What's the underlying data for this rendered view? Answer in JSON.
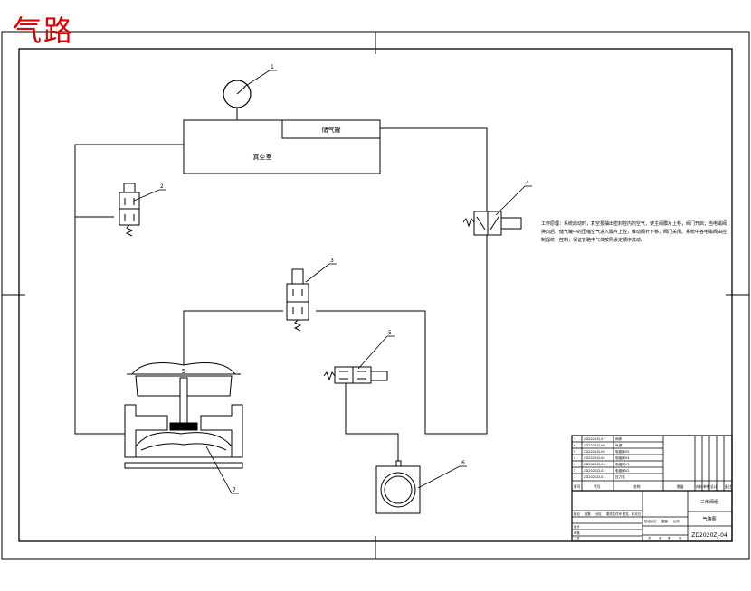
{
  "title_stamp": "气路",
  "boxes": {
    "main_unit_label": "真空室",
    "sub_unit_label": "储气罐"
  },
  "leaders": [
    "1",
    "2",
    "3",
    "4",
    "5",
    "6",
    "7"
  ],
  "valve_labels": {
    "diaphragm": "5"
  },
  "notes": "工作原理：系统启动时，真空泵抽出密封腔内的空气，使主阀膜片上移，阀门开启；当电磁阀换向后，储气罐中的压缩空气进入膜片上腔，推动阀杆下移，阀门关闭。系统中各电磁阀由控制器统一控制，保证管路中气体按照设定顺序流动。",
  "title_block": {
    "bom_rows": [
      {
        "no": "7",
        "code": "ZD2020ZJ-07",
        "name": "阀体"
      },
      {
        "no": "6",
        "code": "ZD2020ZJ-06",
        "name": "气源"
      },
      {
        "no": "5",
        "code": "ZD2020ZJ-05",
        "name": "电磁阀V5"
      },
      {
        "no": "4",
        "code": "ZD2020ZJ-04",
        "name": "电磁阀V4"
      },
      {
        "no": "3",
        "code": "ZD2020ZJ-03",
        "name": "电磁阀V3"
      },
      {
        "no": "2",
        "code": "ZD2020ZJ-02",
        "name": "电磁阀V2"
      },
      {
        "no": "1",
        "code": "ZD2020ZJ-01",
        "name": "压力表"
      }
    ],
    "bom_headers": [
      "序号",
      "代号",
      "名称",
      "数量",
      "材料",
      "单件",
      "总计",
      "备注"
    ],
    "sig_labels": [
      "标记",
      "处数",
      "分区",
      "更改文件号",
      "签名",
      "年月日"
    ],
    "sig_rows": [
      "设计",
      "审核",
      "工艺"
    ],
    "stage_labels": [
      "阶段标记",
      "重量",
      "比例"
    ],
    "sheet_labels": [
      "共",
      "张",
      "第",
      "张"
    ],
    "drawing_title": "三维阀组",
    "part_name": "气路图",
    "drawing_number": "ZD2020ZJ-04"
  }
}
